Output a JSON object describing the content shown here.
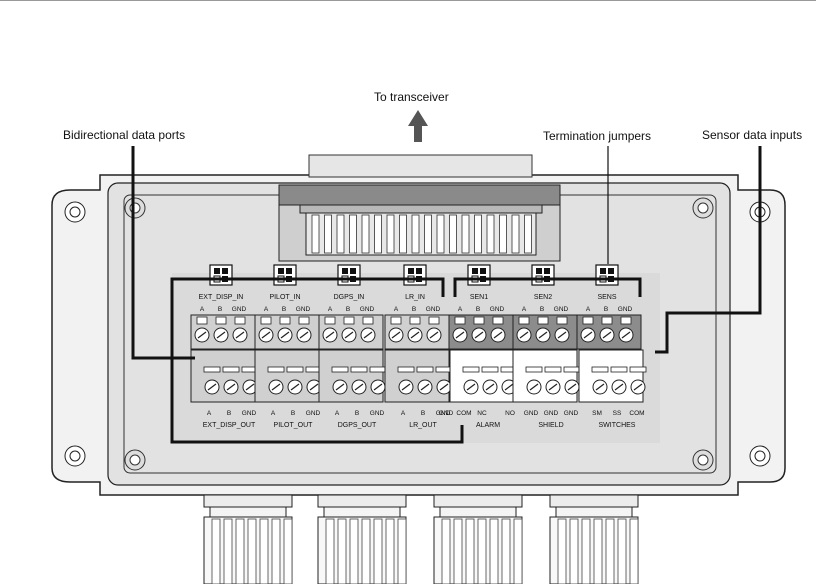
{
  "callouts": {
    "transceiver": "To transceiver",
    "bidirectional": "Bidirectional data ports",
    "termination": "Termination jumpers",
    "sensor": "Sensor data inputs"
  },
  "jumpers": [
    "EXT_DISP_IN",
    "PILOT_IN",
    "DGPS_IN",
    "LR_IN",
    "SEN1",
    "SEN2",
    "SENS"
  ],
  "top_pin_labels": [
    [
      "A",
      "B",
      "GND"
    ],
    [
      "A",
      "B",
      "GND"
    ],
    [
      "A",
      "B",
      "GND"
    ],
    [
      "A",
      "B",
      "GND"
    ],
    [
      "A",
      "B",
      "GND"
    ],
    [
      "A",
      "B",
      "GND"
    ],
    [
      "A",
      "B",
      "GND"
    ]
  ],
  "bottom_groups": [
    "EXT_DISP_OUT",
    "PILOT_OUT",
    "DGPS_OUT",
    "LR_OUT",
    "ALARM",
    "SHIELD",
    "SWITCHES"
  ],
  "bottom_pin_labels": [
    [
      "A",
      "B",
      "GND"
    ],
    [
      "A",
      "B",
      "GND"
    ],
    [
      "A",
      "B",
      "GND"
    ],
    [
      "A",
      "B",
      "GND"
    ],
    [
      "GND",
      "COM",
      "NC",
      "NO"
    ],
    [
      "GND",
      "GND",
      "GND"
    ],
    [
      "SM",
      "SS",
      "COM"
    ]
  ],
  "colors": {
    "enclosure": "#eeeeee",
    "panel": "#d6d6d6",
    "terminal_light": "#d0d0d0",
    "terminal_dark": "#8c8c8c",
    "terminal_white": "#ffffff",
    "line": "#111111"
  }
}
